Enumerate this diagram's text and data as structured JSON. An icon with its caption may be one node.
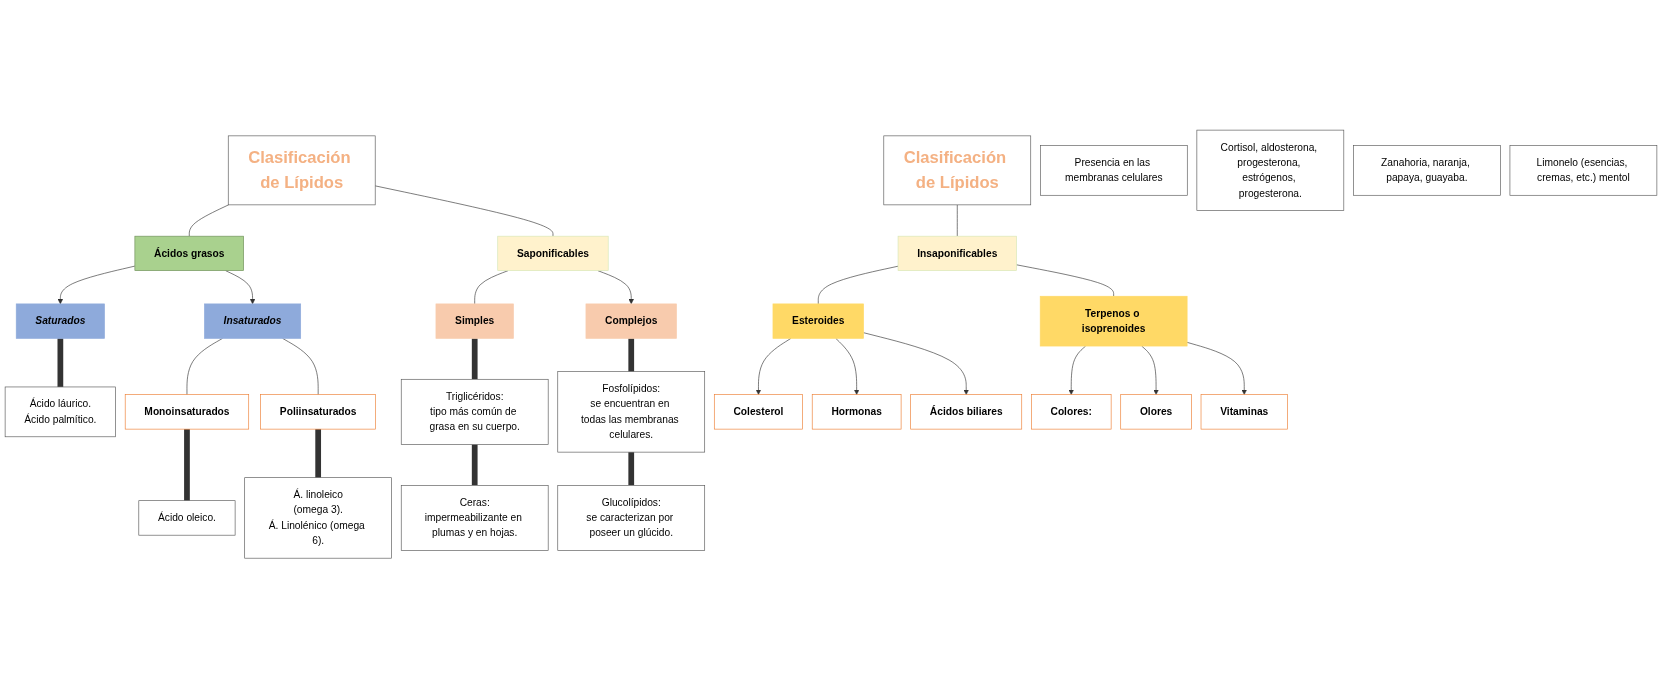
{
  "diagram": {
    "nodes": [
      {
        "text": [
          "Clasificación de Lípidos"
        ]
      },
      {
        "text": [
          "Ácidos grasos"
        ]
      },
      {
        "text": [
          "Saturados"
        ]
      },
      {
        "text": [
          "Ácido láurico.",
          "Ácido palmítico."
        ]
      },
      {
        "text": [
          "Insaturados"
        ]
      },
      {
        "text": [
          "Monoinsaturados"
        ]
      },
      {
        "text": [
          "Ácido oleico."
        ]
      },
      {
        "text": [
          "Poliinsaturados"
        ]
      },
      {
        "text": [
          "Á. linoleico",
          "(omega 3).",
          "Á. Linolénico (omega 6)."
        ]
      },
      {
        "text": [
          "Saponificables"
        ]
      },
      {
        "text": [
          "Simples"
        ]
      },
      {
        "text": [
          "Triglicéridos:",
          "tipo más común de grasa en su cuerpo."
        ]
      },
      {
        "text": [
          "Ceras:",
          "impermeabilizante en plumas y en hojas."
        ]
      },
      {
        "text": [
          "Complejos"
        ]
      },
      {
        "text": [
          "Fosfolípidos:",
          "se encuentran en todas las membranas celulares."
        ]
      },
      {
        "text": [
          "Glucolípidos:",
          "se caracterizan por poseer un glúcido."
        ]
      },
      {
        "text": [
          "Clasificación de Lípidos"
        ]
      },
      {
        "text": [
          "Insaponificables"
        ]
      },
      {
        "text": [
          "Esteroides"
        ]
      },
      {
        "text": [
          "Colesterol"
        ]
      },
      {
        "text": [
          "Presencia en las membranas celulares"
        ]
      },
      {
        "text": [
          "Hormonas"
        ]
      },
      {
        "text": [
          "Cortisol, aldosterona, progesterona, estrógenos, progesterona."
        ]
      },
      {
        "text": [
          "Ácidos biliares"
        ]
      },
      {
        "text": [
          "Terpenos o isoprenoides"
        ]
      },
      {
        "text": [
          "Colores:"
        ]
      },
      {
        "text": [
          "Zanahoria, naranja, papaya, guayaba."
        ]
      },
      {
        "text": [
          "Olores"
        ]
      },
      {
        "text": [
          "Limonelo (esencias, cremas, etc.) mentol"
        ]
      },
      {
        "text": [
          "Vitaminas"
        ]
      }
    ],
    "edges": [
      {
        "from": 0,
        "to": 1,
        "arrow": "none"
      },
      {
        "from": 0,
        "to": 9,
        "arrow": "none"
      },
      {
        "from": 1,
        "to": 2,
        "arrow": "to"
      },
      {
        "from": 1,
        "to": 4,
        "arrow": "to"
      },
      {
        "from": 2,
        "to": 3,
        "arrow": "none",
        "style": "thick"
      },
      {
        "from": 4,
        "to": 5,
        "arrow": "none"
      },
      {
        "from": 4,
        "to": 7,
        "arrow": "none"
      },
      {
        "from": 5,
        "to": 6,
        "arrow": "none",
        "style": "thick"
      },
      {
        "from": 7,
        "to": 8,
        "arrow": "none",
        "style": "thick"
      },
      {
        "from": 9,
        "to": 10,
        "arrow": "none"
      },
      {
        "from": 10,
        "to": 11,
        "arrow": "none",
        "style": "thick"
      },
      {
        "from": 11,
        "to": 12,
        "arrow": "none",
        "style": "thick"
      },
      {
        "from": 9,
        "to": 13,
        "arrow": "to"
      },
      {
        "from": 13,
        "to": 14,
        "arrow": "none",
        "style": "thick"
      },
      {
        "from": 14,
        "to": 15,
        "arrow": "none",
        "style": "thick"
      },
      {
        "from": 16,
        "to": 17,
        "arrow": "none"
      },
      {
        "from": 17,
        "to": 18,
        "arrow": "none"
      },
      {
        "from": 17,
        "to": 24,
        "arrow": "none"
      },
      {
        "from": 18,
        "to": 19,
        "arrow": "to"
      },
      {
        "from": 18,
        "to": 21,
        "arrow": "to"
      },
      {
        "from": 18,
        "to": 23,
        "arrow": "to"
      },
      {
        "from": 24,
        "to": 25,
        "arrow": "to"
      },
      {
        "from": 24,
        "to": 27,
        "arrow": "to"
      },
      {
        "from": 24,
        "to": 29,
        "arrow": "to"
      }
    ]
  }
}
